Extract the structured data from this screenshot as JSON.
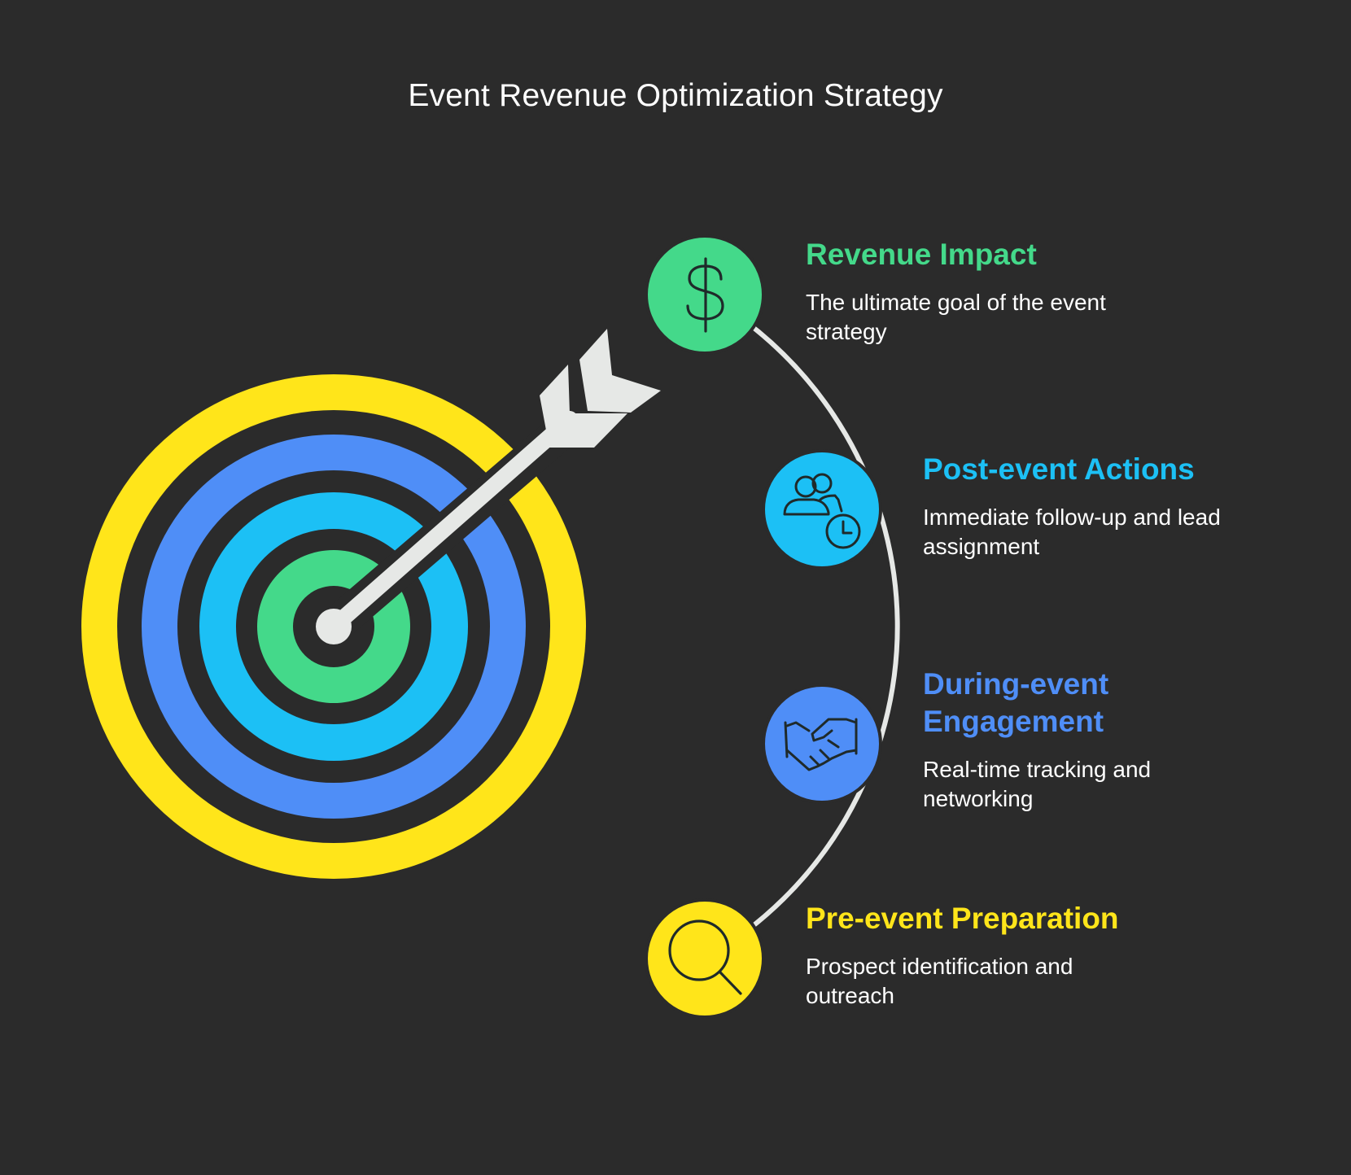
{
  "title": "Event Revenue Optimization Strategy",
  "colors": {
    "background": "#2b2b2b",
    "yellow": "#ffe51a",
    "blue": "#4f8ef7",
    "cyan": "#1cc0f5",
    "green": "#44d98a",
    "arrow": "#e6e8e6",
    "icon_stroke": "#1f2a2a"
  },
  "stages": [
    {
      "title": "Revenue Impact",
      "description": "The ultimate goal of the event strategy",
      "color": "#44d98a",
      "icon": "dollar-icon"
    },
    {
      "title": "Post-event Actions",
      "description": "Immediate follow-up and lead assignment",
      "color": "#1cc0f5",
      "icon": "users-clock-icon"
    },
    {
      "title": "During-event Engagement",
      "description": "Real-time tracking and networking",
      "color": "#4f8ef7",
      "icon": "handshake-icon"
    },
    {
      "title": "Pre-event Preparation",
      "description": "Prospect identification and outreach",
      "color": "#ffe51a",
      "icon": "magnifier-icon"
    }
  ]
}
